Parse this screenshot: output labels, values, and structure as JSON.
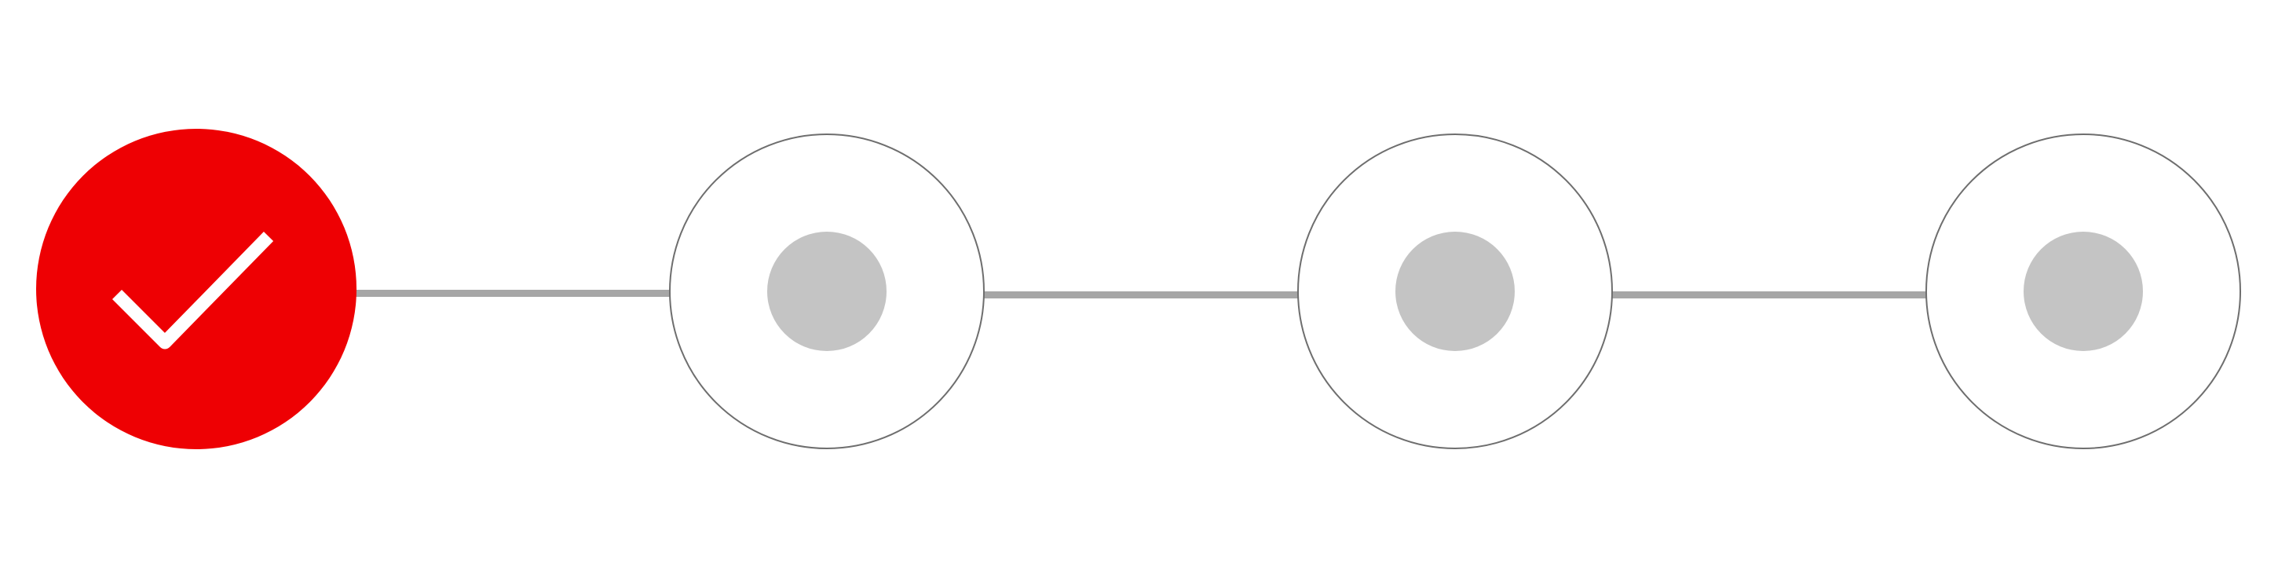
{
  "stepper": {
    "total_steps": 4,
    "current_step": 2,
    "steps": [
      {
        "state": "completed",
        "icon": "check-icon"
      },
      {
        "state": "pending",
        "icon": "dot-icon"
      },
      {
        "state": "pending",
        "icon": "dot-icon"
      },
      {
        "state": "pending",
        "icon": "dot-icon"
      }
    ]
  },
  "colors": {
    "completed_fill": "#ee0003",
    "check_mark": "#ffffff",
    "pending_fill": "#ffffff",
    "pending_border": "#6e6e6e",
    "pending_dot": "#c4c4c4",
    "connector": "#a6a6a6",
    "background": "#ffffff"
  }
}
